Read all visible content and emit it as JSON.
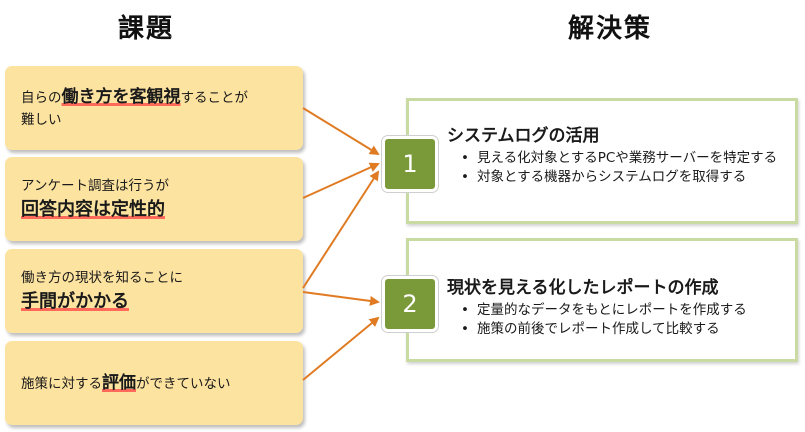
{
  "headings": {
    "left": "課題",
    "right": "解決策"
  },
  "problems": [
    {
      "pre": "自らの",
      "hl": "働き方を客観視",
      "post": "することが",
      "line2": "難しい"
    },
    {
      "line1": "アンケート調査は行うが",
      "big": "回答内容は定性的"
    },
    {
      "line1": "働き方の現状を知ることに",
      "big": "手間がかかる"
    },
    {
      "pre": "施策に対する",
      "hl": "評価",
      "post": "ができていない"
    }
  ],
  "solutions": [
    {
      "number": "1",
      "title": "システムログの活用",
      "bullets": [
        "見える化対象とするPCや業務サーバーを特定する",
        "対象とする機器からシステムログを取得する"
      ]
    },
    {
      "number": "2",
      "title": "現状を見える化したレポートの作成",
      "bullets": [
        "定量的なデータをもとにレポートを作成する",
        "施策の前後でレポート作成して比較する"
      ]
    }
  ],
  "colors": {
    "problem_bg": "#fde3a0",
    "arrow": "#e07b23",
    "number_bg": "#7a9a3a",
    "solution_border": "#c9dba3",
    "highlight_underline": "#ff6a5a"
  }
}
